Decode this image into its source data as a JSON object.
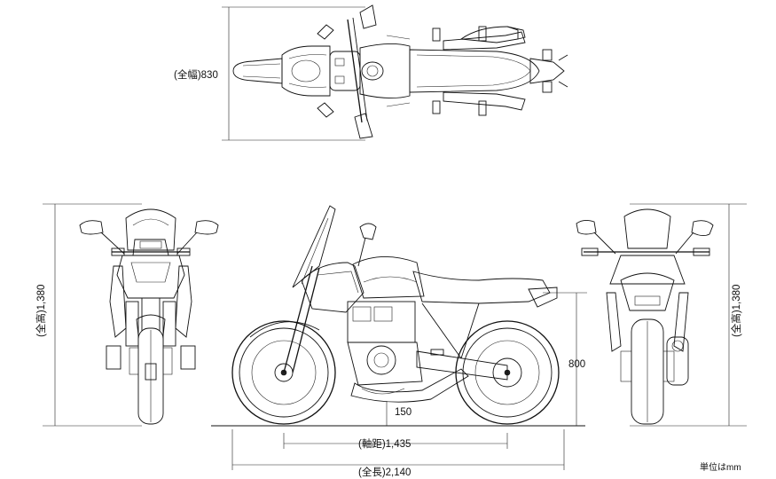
{
  "dimensions": {
    "overall_width": "(全幅)830",
    "overall_height_front": "(全高)1,380",
    "overall_height_rear": "(全高)1,380",
    "seat_height": "800",
    "ground_clearance": "150",
    "wheelbase": "(軸距)1,435",
    "overall_length": "(全長)2,140"
  },
  "unit_note": "単位はmm",
  "views": [
    "top-view",
    "front-view",
    "side-view",
    "rear-view"
  ]
}
